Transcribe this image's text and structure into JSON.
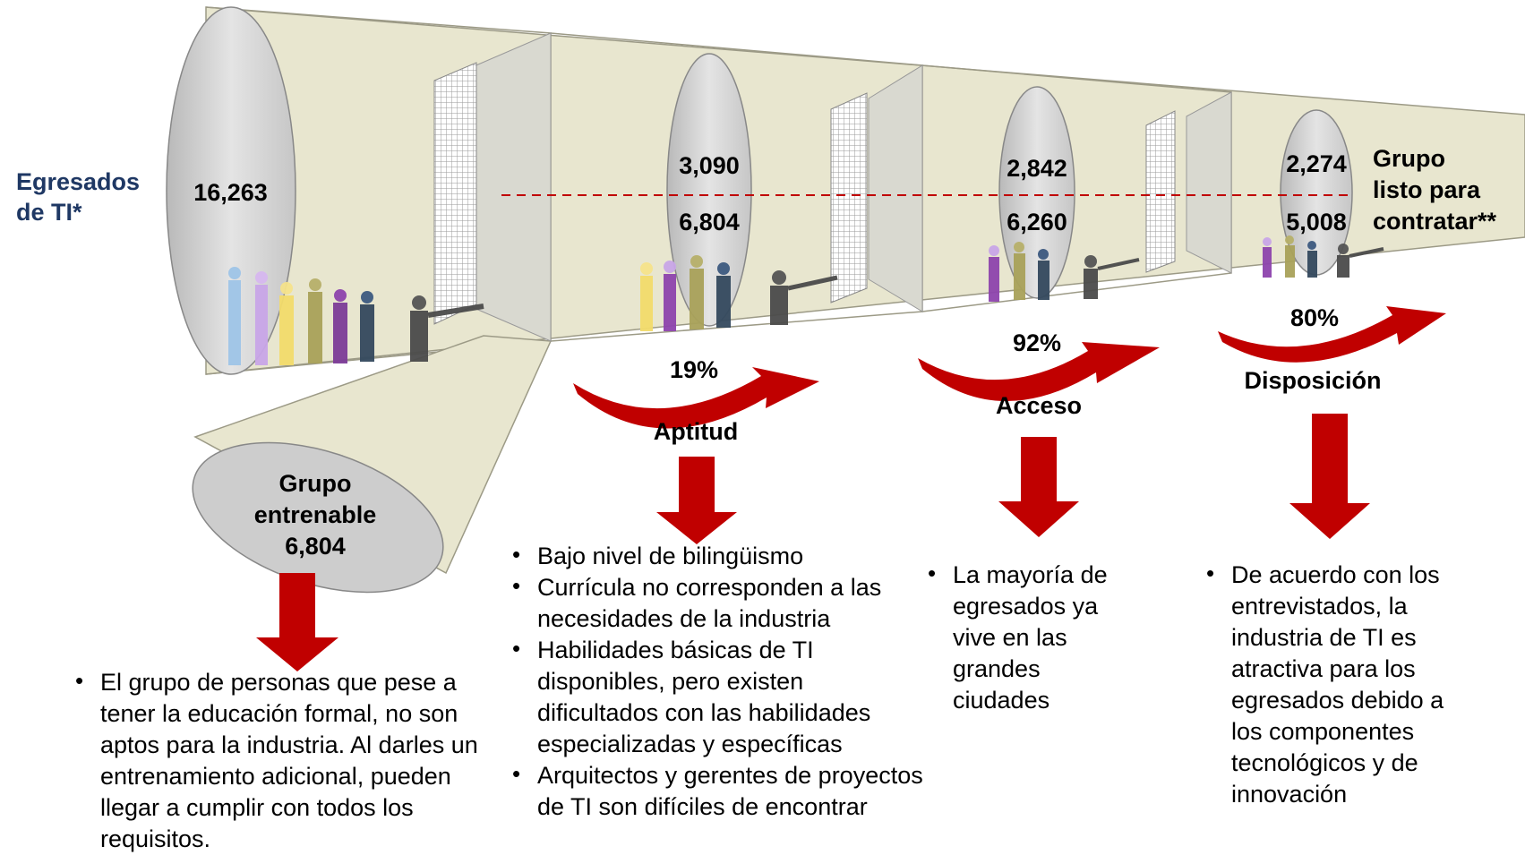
{
  "start_label": "Egresados de TI*",
  "stages": [
    {
      "top": "16,263",
      "bottom": ""
    },
    {
      "top": "3,090",
      "bottom": "6,804",
      "percent": "19%",
      "name": "Aptitud"
    },
    {
      "top": "2,842",
      "bottom": "6,260",
      "percent": "92%",
      "name": "Acceso"
    },
    {
      "top": "2,274",
      "bottom": "5,008",
      "percent": "80%",
      "name": "Disposición"
    }
  ],
  "end_label": {
    "line1": "Grupo",
    "line2": "listo para",
    "line3": "contratar**"
  },
  "trainable": {
    "line1": "Grupo",
    "line2": "entrenable",
    "value": "6,804"
  },
  "notes": {
    "trainable": [
      "El grupo de personas que pese a tener la educación formal, no son aptos para la industria. Al darles un entrenamiento adicional, pueden llegar a cumplir con todos los requisitos."
    ],
    "aptitud": [
      "Bajo nivel de bilingüismo",
      "Currícula no corresponden a las necesidades de la industria",
      "Habilidades básicas de TI disponibles, pero existen dificultados con las habilidades especializadas y específicas",
      "Arquitectos y gerentes de proyectos de TI son difíciles de encontrar"
    ],
    "acceso": [
      "La mayoría de egresados ya vive en las grandes ciudades"
    ],
    "disposicion": [
      "De acuerdo con los entrevistados, la industria de TI es atractiva para los egresados debido a los componentes tecnológicos y de innovación"
    ]
  },
  "colors": {
    "funnel": "#e8e6cf",
    "ellipse": "#cdcdcd",
    "arrow": "#c00000",
    "dash": "#c00000",
    "title": "#1f3864"
  }
}
